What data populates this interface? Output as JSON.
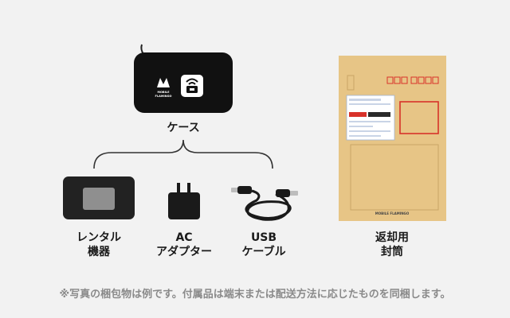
{
  "case": {
    "label": "ケース",
    "brand_top": "MOBILE",
    "brand_bottom": "FLAMINGO"
  },
  "items": [
    {
      "line1": "レンタル",
      "line2": "機器"
    },
    {
      "line1": "AC",
      "line2": "アダプター"
    },
    {
      "line1": "USB",
      "line2": "ケーブル"
    }
  ],
  "envelope": {
    "label_line1": "返却用",
    "label_line2": "封筒",
    "brand": "MOBILE FLAMINGO"
  },
  "note": "※写真の梱包物は例です。付属品は端末または配送方法に応じたものを同梱します。",
  "colors": {
    "background": "#f2f2f2",
    "case": "#111111",
    "envelope": "#e7c586",
    "stamp_box": "#d8322a",
    "text": "#1a1a1a",
    "note": "#8a8a8a"
  }
}
